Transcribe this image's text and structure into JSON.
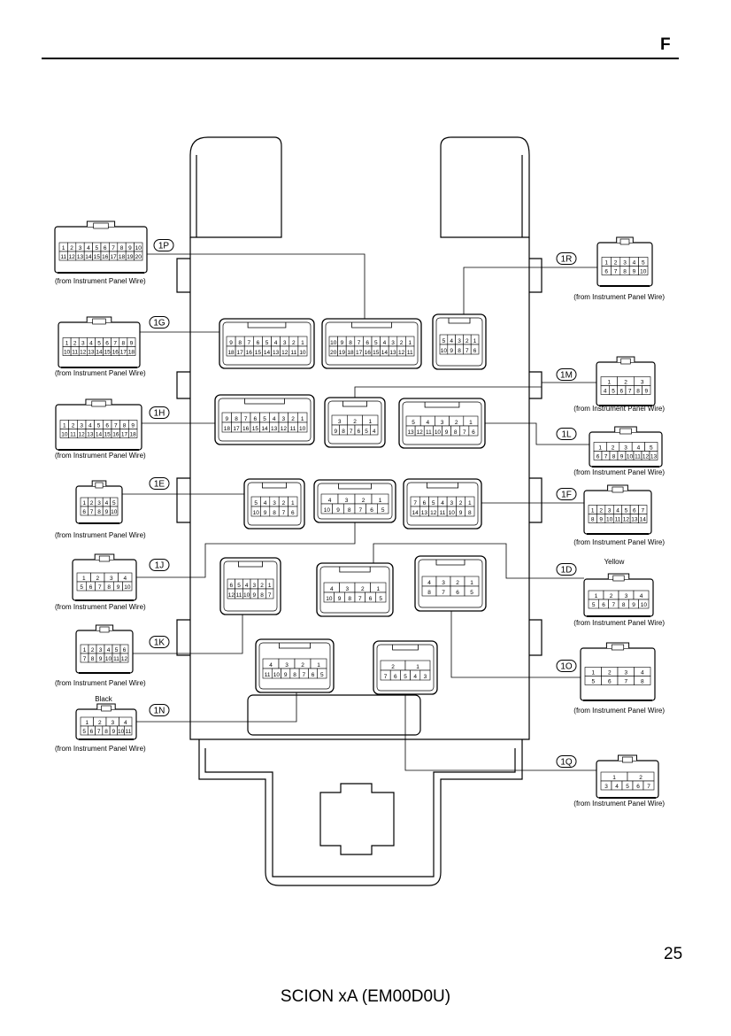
{
  "header": {
    "section_letter": "F"
  },
  "footer": {
    "page_number": "25",
    "model": "SCION xA (EM00D0U)"
  },
  "wire_source": "(from Instrument Panel Wire)",
  "connectors": [
    {
      "id": "1P",
      "pin_rows": [
        [
          "1",
          "2",
          "3",
          "4",
          "5",
          "6",
          "7",
          "8",
          "9",
          "10"
        ],
        [
          "11",
          "12",
          "13",
          "14",
          "15",
          "16",
          "17",
          "18",
          "19",
          "20"
        ]
      ]
    },
    {
      "id": "1G",
      "pin_rows": [
        [
          "1",
          "2",
          "3",
          "4",
          "5",
          "6",
          "7",
          "8",
          "9"
        ],
        [
          "10",
          "11",
          "12",
          "13",
          "14",
          "15",
          "16",
          "17",
          "18"
        ]
      ]
    },
    {
      "id": "1H",
      "pin_rows": [
        [
          "1",
          "2",
          "3",
          "4",
          "5",
          "6",
          "7",
          "8",
          "9"
        ],
        [
          "10",
          "11",
          "12",
          "13",
          "14",
          "15",
          "16",
          "17",
          "18"
        ]
      ]
    },
    {
      "id": "1E",
      "pin_rows": [
        [
          "1",
          "2",
          "3",
          "4",
          "5"
        ],
        [
          "6",
          "7",
          "8",
          "9",
          "10"
        ]
      ]
    },
    {
      "id": "1J",
      "pin_rows": [
        [
          "1",
          "2",
          "3",
          "4"
        ],
        [
          "5",
          "6",
          "7",
          "8",
          "9",
          "10"
        ]
      ]
    },
    {
      "id": "1K",
      "pin_rows": [
        [
          "1",
          "2",
          "3",
          "4",
          "5",
          "6"
        ],
        [
          "7",
          "8",
          "9",
          "10",
          "11",
          "12"
        ]
      ]
    },
    {
      "id": "1N",
      "color": "Black",
      "pin_rows": [
        [
          "1",
          "2",
          "3",
          "4"
        ],
        [
          "5",
          "6",
          "7",
          "8",
          "9",
          "10",
          "11"
        ]
      ]
    },
    {
      "id": "1R",
      "pin_rows": [
        [
          "1",
          "2",
          "3",
          "4",
          "5"
        ],
        [
          "6",
          "7",
          "8",
          "9",
          "10"
        ]
      ]
    },
    {
      "id": "1M",
      "pin_rows": [
        [
          "1",
          "2",
          "3"
        ],
        [
          "4",
          "5",
          "6",
          "7",
          "8",
          "9"
        ]
      ]
    },
    {
      "id": "1L",
      "pin_rows": [
        [
          "1",
          "2",
          "3",
          "4",
          "5"
        ],
        [
          "6",
          "7",
          "8",
          "9",
          "10",
          "11",
          "12",
          "13"
        ]
      ]
    },
    {
      "id": "1F",
      "pin_rows": [
        [
          "1",
          "2",
          "3",
          "4",
          "5",
          "6",
          "7"
        ],
        [
          "8",
          "9",
          "10",
          "11",
          "12",
          "13",
          "14"
        ]
      ]
    },
    {
      "id": "1D",
      "color": "Yellow",
      "pin_rows": [
        [
          "1",
          "2",
          "3",
          "4"
        ],
        [
          "5",
          "6",
          "7",
          "8",
          "9",
          "10"
        ]
      ]
    },
    {
      "id": "1O",
      "pin_rows": [
        [
          "1",
          "2",
          "3",
          "4"
        ],
        [
          "5",
          "6",
          "7",
          "8"
        ]
      ]
    },
    {
      "id": "1Q",
      "pin_rows": [
        [
          "1",
          "2"
        ],
        [
          "3",
          "4",
          "5",
          "6",
          "7"
        ]
      ]
    }
  ],
  "block_sockets": [
    {
      "for": "1G",
      "pin_rows": [
        [
          "9",
          "8",
          "7",
          "6",
          "5",
          "4",
          "3",
          "2",
          "1"
        ],
        [
          "18",
          "17",
          "16",
          "15",
          "14",
          "13",
          "12",
          "11",
          "10"
        ]
      ]
    },
    {
      "for": "1P",
      "pin_rows": [
        [
          "10",
          "9",
          "8",
          "7",
          "6",
          "5",
          "4",
          "3",
          "2",
          "1"
        ],
        [
          "20",
          "19",
          "18",
          "17",
          "16",
          "15",
          "14",
          "13",
          "12",
          "11"
        ]
      ]
    },
    {
      "for": "1R",
      "pin_rows": [
        [
          "5",
          "4",
          "3",
          "2",
          "1"
        ],
        [
          "10",
          "9",
          "8",
          "7",
          "6"
        ]
      ]
    },
    {
      "for": "1H",
      "pin_rows": [
        [
          "9",
          "8",
          "7",
          "6",
          "5",
          "4",
          "3",
          "2",
          "1"
        ],
        [
          "18",
          "17",
          "16",
          "15",
          "14",
          "13",
          "12",
          "11",
          "10"
        ]
      ]
    },
    {
      "for": "1M",
      "pin_rows": [
        [
          "3",
          "2",
          "1"
        ],
        [
          "9",
          "8",
          "7",
          "6",
          "5",
          "4"
        ]
      ]
    },
    {
      "for": "1L",
      "pin_rows": [
        [
          "5",
          "4",
          "3",
          "2",
          "1"
        ],
        [
          "13",
          "12",
          "11",
          "10",
          "9",
          "8",
          "7",
          "6"
        ]
      ]
    },
    {
      "for": "1E",
      "pin_rows": [
        [
          "5",
          "4",
          "3",
          "2",
          "1"
        ],
        [
          "10",
          "9",
          "8",
          "7",
          "6"
        ]
      ]
    },
    {
      "for": "1J",
      "pin_rows": [
        [
          "4",
          "3",
          "2",
          "1"
        ],
        [
          "10",
          "9",
          "8",
          "7",
          "6",
          "5"
        ]
      ]
    },
    {
      "for": "1F",
      "pin_rows": [
        [
          "7",
          "6",
          "5",
          "4",
          "3",
          "2",
          "1"
        ],
        [
          "14",
          "13",
          "12",
          "11",
          "10",
          "9",
          "8"
        ]
      ]
    },
    {
      "for": "1K",
      "pin_rows": [
        [
          "6",
          "5",
          "4",
          "3",
          "2",
          "1"
        ],
        [
          "12",
          "11",
          "10",
          "9",
          "8",
          "7"
        ]
      ]
    },
    {
      "for": "1D",
      "pin_rows": [
        [
          "4",
          "3",
          "2",
          "1"
        ],
        [
          "10",
          "9",
          "8",
          "7",
          "6",
          "5"
        ]
      ]
    },
    {
      "for": "1O",
      "pin_rows": [
        [
          "4",
          "3",
          "2",
          "1"
        ],
        [
          "8",
          "7",
          "6",
          "5"
        ]
      ]
    },
    {
      "for": "1N",
      "pin_rows": [
        [
          "4",
          "3",
          "2",
          "1"
        ],
        [
          "11",
          "10",
          "9",
          "8",
          "7",
          "6",
          "5"
        ]
      ]
    },
    {
      "for": "1Q",
      "pin_rows": [
        [
          "2",
          "1"
        ],
        [
          "7",
          "6",
          "5",
          "4",
          "3"
        ]
      ]
    }
  ]
}
